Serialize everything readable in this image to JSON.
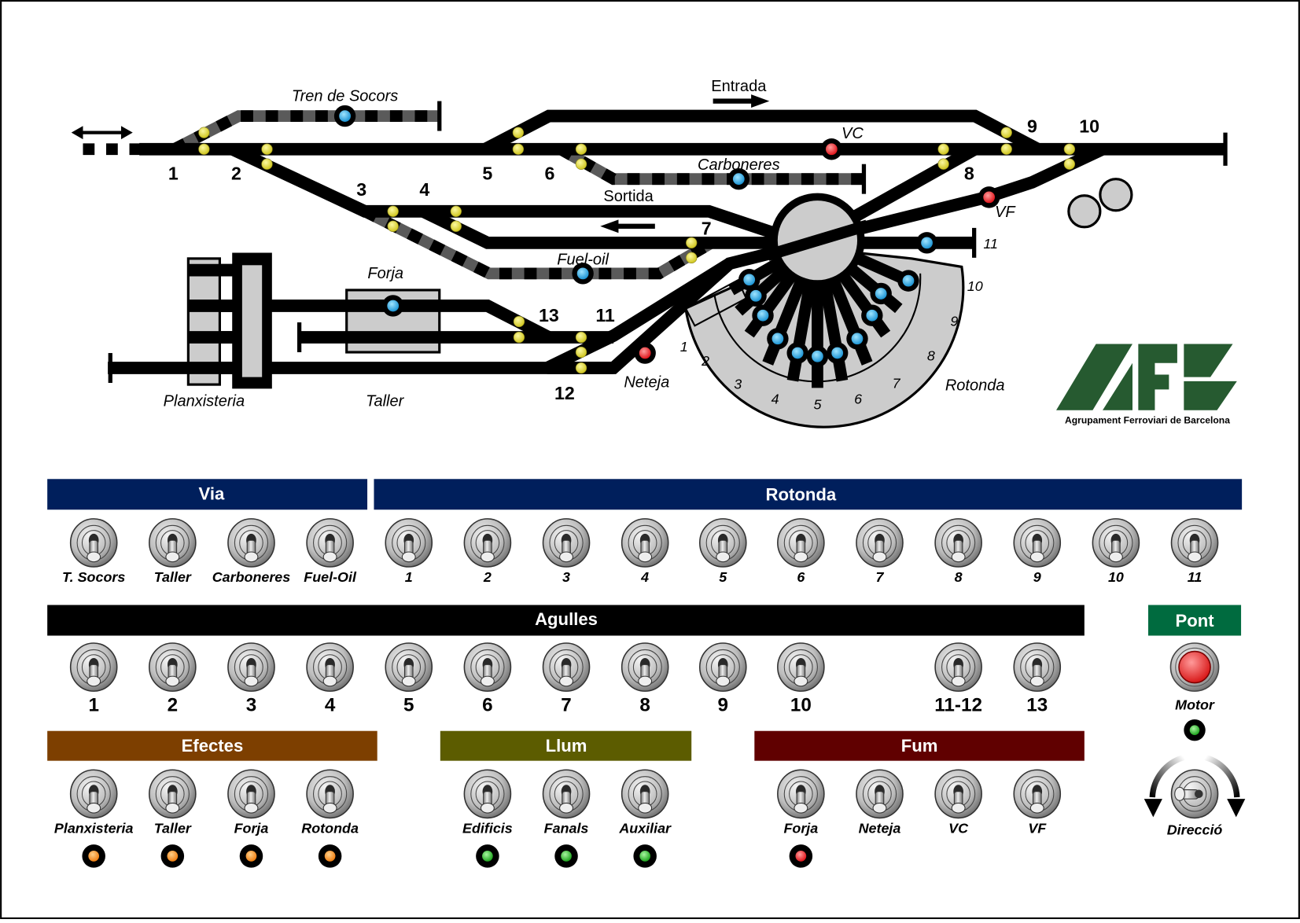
{
  "layout": {
    "labels": {
      "tren_socors": "Tren de Socors",
      "entrada": "Entrada",
      "sortida": "Sortida",
      "vc": "VC",
      "vf": "VF",
      "carboneres": "Carboneres",
      "fuel_oil": "Fuel-oil",
      "forja": "Forja",
      "planxisteria": "Planxisteria",
      "taller": "Taller",
      "neteja": "Neteja",
      "rotonda": "Rotonda"
    },
    "turnout_numbers": [
      "1",
      "2",
      "3",
      "4",
      "5",
      "6",
      "7",
      "8",
      "9",
      "10",
      "11",
      "12",
      "13"
    ],
    "rotonda_track_numbers": [
      "1",
      "2",
      "3",
      "4",
      "5",
      "6",
      "7",
      "8",
      "9",
      "10",
      "11"
    ],
    "signal_colors": {
      "turnout": "#e8e23a",
      "spur": "#29a8e0",
      "smoke": "#ff2a2a"
    }
  },
  "logo": {
    "text": "AFB",
    "subtitle": "Agrupament Ferroviari de Barcelona",
    "color": "#265a30"
  },
  "panel": {
    "via": {
      "title": "Via",
      "color": "#001f5c",
      "switches": [
        "T. Socors",
        "Taller",
        "Carboneres",
        "Fuel-Oil"
      ]
    },
    "rotonda": {
      "title": "Rotonda",
      "color": "#001f5c",
      "switches": [
        "1",
        "2",
        "3",
        "4",
        "5",
        "6",
        "7",
        "8",
        "9",
        "10",
        "11"
      ]
    },
    "agulles": {
      "title": "Agulles",
      "color": "#000000",
      "switches": [
        "1",
        "2",
        "3",
        "4",
        "5",
        "6",
        "7",
        "8",
        "9",
        "10",
        "11-12",
        "13"
      ]
    },
    "pont": {
      "title": "Pont",
      "color": "#006b3f",
      "motor_label": "Motor",
      "motor_led": "on",
      "direction_label": "Direcció"
    },
    "efectes": {
      "title": "Efectes",
      "color": "#7d3f00",
      "switches": [
        "Planxisteria",
        "Taller",
        "Forja",
        "Rotonda"
      ],
      "led_color": "orange"
    },
    "llum": {
      "title": "Llum",
      "color": "#5c5c00",
      "switches": [
        "Edificis",
        "Fanals",
        "Auxiliar"
      ],
      "led_color": "green"
    },
    "fum": {
      "title": "Fum",
      "color": "#600000",
      "switches": [
        "Forja",
        "Neteja",
        "VC",
        "VF"
      ],
      "leds": [
        "red"
      ]
    }
  }
}
